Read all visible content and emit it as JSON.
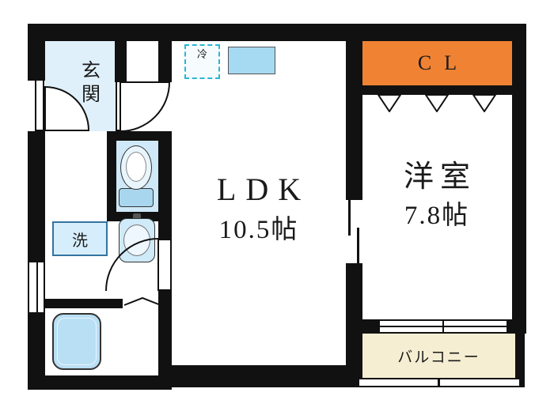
{
  "rooms": {
    "entrance": {
      "label": "玄関"
    },
    "ldk": {
      "label": "LDK",
      "size": "10.5帖"
    },
    "western_room": {
      "label": "洋室",
      "size": "7.8帖"
    },
    "closet": {
      "label": "CL"
    },
    "balcony": {
      "label": "バルコニー"
    }
  },
  "fixtures": {
    "refrigerator": {
      "label": "冷"
    },
    "washing_machine": {
      "label": "洗"
    }
  },
  "colors": {
    "wall": "#111111",
    "closet_fill": "#f08233",
    "balcony_fill": "#f5eed2",
    "toilet_room_fill": "#cfe9f8",
    "entrance_fill": "#dff0fb",
    "fixture_blue": "#b9dff4",
    "counter_blue": "#a6d9f2",
    "refrigerator_dash": "#2ab5d6"
  }
}
